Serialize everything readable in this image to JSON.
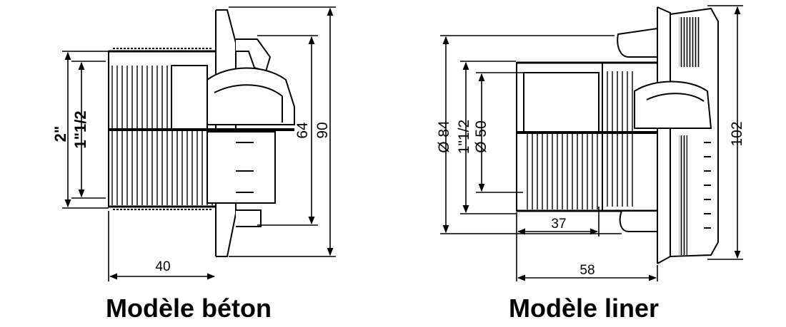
{
  "left_model": {
    "caption": "Modèle béton",
    "labels": {
      "width": "40",
      "thread_2in": "2\"",
      "thread_1_5in": "1\"1/2",
      "inner": "64",
      "outer": "90"
    }
  },
  "right_model": {
    "caption": "Modèle liner",
    "labels": {
      "dia_84": "Ø 84",
      "thread_1_5in": "1\"1/2",
      "dia_50": "Ø 50",
      "len_37": "37",
      "len_58": "58",
      "outer": "102"
    }
  }
}
